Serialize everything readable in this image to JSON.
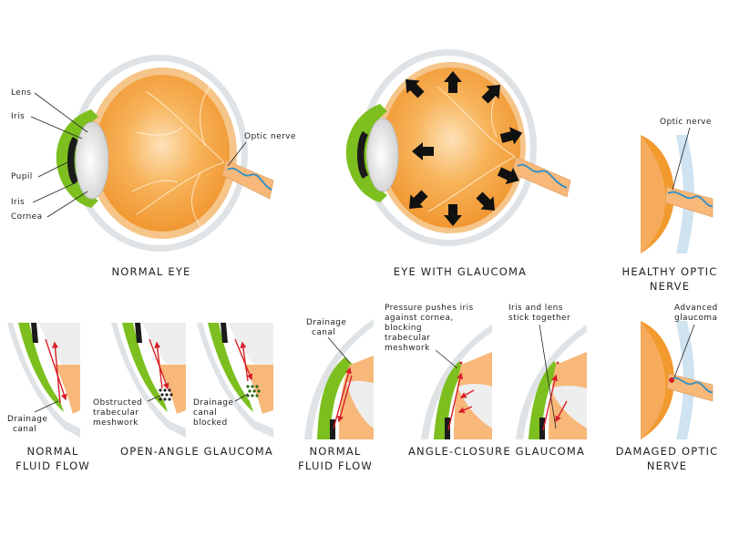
{
  "colors": {
    "sclera": "#ffffff",
    "sclera_outline": "#cfd3d6",
    "choroid": "#f5c58a",
    "vitreous": "#f29a2e",
    "iris": "#7cbf1f",
    "lens": "#e9e9e9",
    "pupil": "#1a1a1a",
    "optic_nerve": "#f7b87a",
    "nerve_fiber": "#2a8fc9",
    "flow_arrow": "#d61f26",
    "pressure_arrow": "#111111"
  },
  "normal_eye": {
    "caption": "NORMAL EYE",
    "labels": {
      "lens": "Lens",
      "iris_top": "Iris",
      "pupil": "Pupil",
      "iris_bottom": "Iris",
      "cornea": "Cornea",
      "optic_nerve": "Optic nerve"
    }
  },
  "glaucoma_eye": {
    "caption": "EYE WITH GLAUCOMA"
  },
  "healthy_nerve": {
    "caption_line1": "HEALTHY OPTIC",
    "caption_line2": "NERVE",
    "label": "Optic nerve"
  },
  "damaged_nerve": {
    "caption_line1": "DAMAGED OPTIC",
    "caption_line2": "NERVE",
    "label_line1": "Advanced",
    "label_line2": "glaucoma"
  },
  "open_angle": {
    "normal_caption_line1": "NORMAL",
    "normal_caption_line2": "FLUID FLOW",
    "normal_label_line1": "Drainage",
    "normal_label_line2": "canal",
    "group_caption": "OPEN-ANGLE GLAUCOMA",
    "obstructed_line1": "Obstructed",
    "obstructed_line2": "trabecular",
    "obstructed_line3": "meshwork",
    "blocked_line1": "Drainage",
    "blocked_line2": "canal",
    "blocked_line3": "blocked"
  },
  "angle_closure": {
    "normal_caption_line1": "NORMAL",
    "normal_caption_line2": "FLUID FLOW",
    "normal_label_line1": "Drainage",
    "normal_label_line2": "canal",
    "group_caption": "ANGLE-CLOSURE GLAUCOMA",
    "pressure_line1": "Pressure pushes iris",
    "pressure_line2": "against cornea,",
    "pressure_line3": "blocking",
    "pressure_line4": "trabecular",
    "pressure_line5": "meshwork",
    "stick_line1": "Iris and lens",
    "stick_line2": "stick together"
  }
}
